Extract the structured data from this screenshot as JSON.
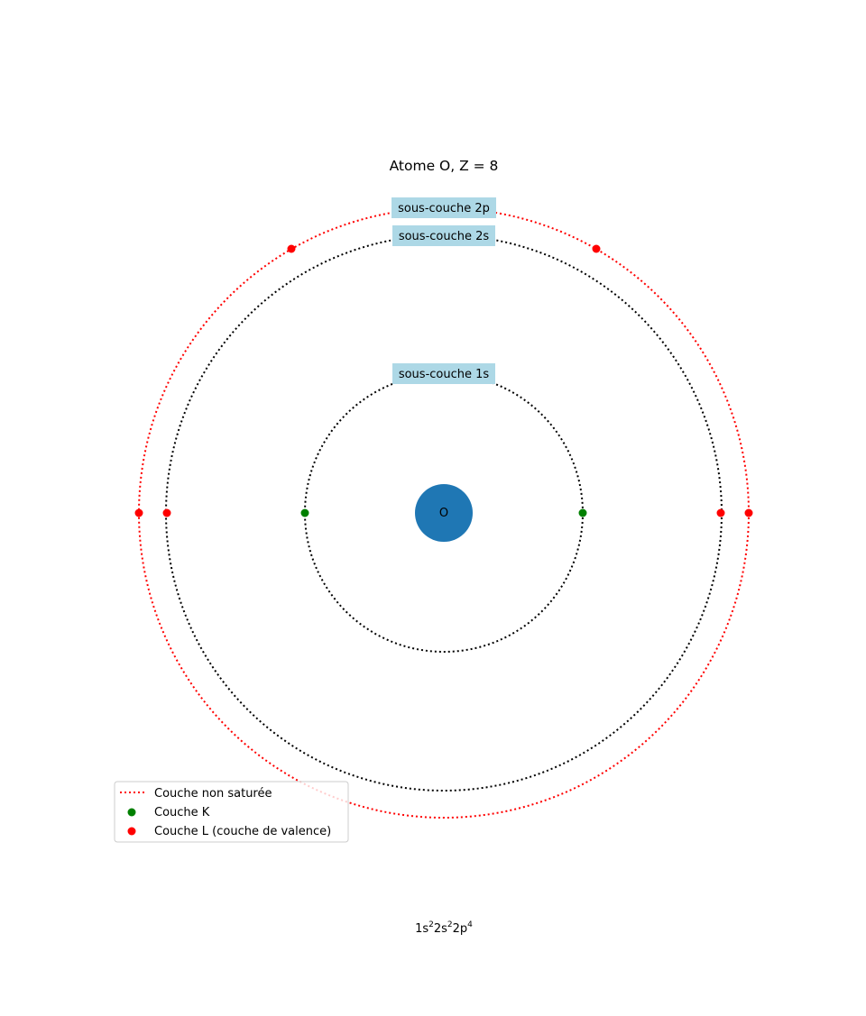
{
  "title": "Atome O, Z = 8",
  "nucleus": {
    "symbol": "O",
    "color": "#1f77b4"
  },
  "orbits": [
    {
      "name": "1s",
      "label": "sous-couche 1s",
      "style": "black-dotted",
      "saturated": true
    },
    {
      "name": "2s",
      "label": "sous-couche 2s",
      "style": "black-dotted",
      "saturated": true
    },
    {
      "name": "2p",
      "label": "sous-couche 2p",
      "style": "red-dotted",
      "saturated": false
    }
  ],
  "label_box_color": "#add8e6",
  "electrons": {
    "K": {
      "color": "#008000",
      "count": 2
    },
    "L": {
      "color": "#ff0000",
      "count": 6
    }
  },
  "legend": {
    "items": [
      {
        "label": "Couche non saturée",
        "marker": "red-dotted-line"
      },
      {
        "label": "Couche K",
        "marker": "green-dot"
      },
      {
        "label": "Couche L (couche de valence)",
        "marker": "red-dot"
      }
    ]
  },
  "configuration": {
    "parts": [
      {
        "base": "1s",
        "exp": "2"
      },
      {
        "base": "2s",
        "exp": "2"
      },
      {
        "base": "2p",
        "exp": "4"
      }
    ]
  }
}
